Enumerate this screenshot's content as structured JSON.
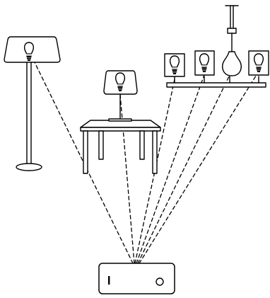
{
  "diagram": {
    "stroke_color": "#000000",
    "bulb_glass_color": "#ffffff",
    "bulb_band_color": "#b8b8b8",
    "background_color": "#ffffff",
    "fixtures": [
      {
        "name": "floor-lamp",
        "icon": "floor-lamp-icon",
        "bulb": "smart-bulb"
      },
      {
        "name": "table-lamp",
        "icon": "table-lamp-icon",
        "bulb": "smart-bulb"
      },
      {
        "name": "chandelier",
        "icon": "chandelier-icon",
        "bulbs": [
          "smart-bulb",
          "smart-bulb",
          "plain-bulb",
          "smart-bulb"
        ]
      }
    ],
    "controller": {
      "icon": "wall-switch-icon",
      "state_marks": [
        "on-mark",
        "off-mark"
      ]
    },
    "connection_style": "dashed"
  }
}
